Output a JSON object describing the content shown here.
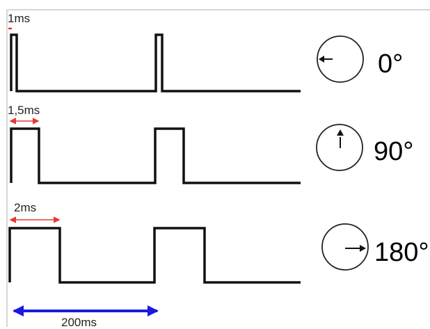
{
  "rows": [
    {
      "pulse_label": "1ms",
      "angle_label": "0°",
      "dial_direction": "left"
    },
    {
      "pulse_label": "1,5ms",
      "angle_label": "90°",
      "dial_direction": "up"
    },
    {
      "pulse_label": "2ms",
      "angle_label": "180°",
      "dial_direction": "right"
    }
  ],
  "period_label": "200ms",
  "colors": {
    "signal": "#111111",
    "pulse_marker": "#e53935",
    "period_marker": "#1a1ae0",
    "dial": "#222222",
    "frame": "#d6d6d6"
  }
}
